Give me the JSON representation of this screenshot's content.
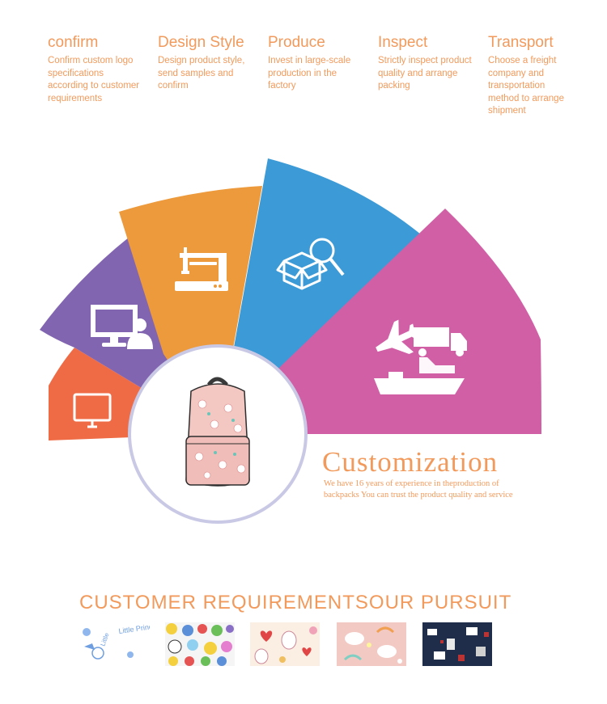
{
  "steps": [
    {
      "title": "confirm",
      "desc": "Confirm custom logo specifications according to customer requirements"
    },
    {
      "title": "Design Style",
      "desc": "Design product style, send samples and confirm"
    },
    {
      "title": "Produce",
      "desc": "Invest in large-scale production in the factory"
    },
    {
      "title": "Inspect",
      "desc": "Strictly inspect product quality and arrange packing"
    },
    {
      "title": "Transport",
      "desc": "Choose a freight company and transportation method to arrange shipment"
    }
  ],
  "segments": [
    {
      "color": "#ef6b45",
      "icon": "monitor-icon"
    },
    {
      "color": "#8265b0",
      "icon": "computer-user-icon"
    },
    {
      "color": "#ec9a3c",
      "icon": "sewing-machine-icon"
    },
    {
      "color": "#3c9ad6",
      "icon": "box-magnifier-icon"
    },
    {
      "color": "#d15fa6",
      "icon": "plane-truck-ship-icon"
    }
  ],
  "center": {
    "image": "unicorn-backpack",
    "ring_color": "#c9c9e6"
  },
  "customization": {
    "title": "Customization",
    "desc": "We have 16 years of experience in theproduction of backpacks You can trust the product quality and service"
  },
  "bottom": {
    "title": "CUSTOMER REQUIREMENTSOUR PURSUIT",
    "swatches": [
      {
        "name": "little-princess-pattern",
        "text": "Little Princess"
      },
      {
        "name": "cartoon-animals-pattern"
      },
      {
        "name": "hearts-bunnies-pattern"
      },
      {
        "name": "unicorn-pink-pattern"
      },
      {
        "name": "navy-print-pattern"
      }
    ]
  },
  "accent_color": "#f29a5c"
}
